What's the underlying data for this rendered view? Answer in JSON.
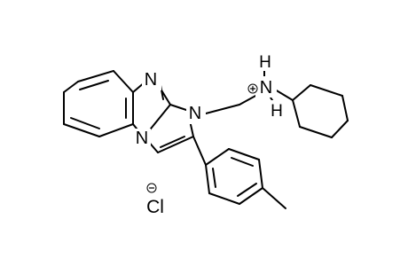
{
  "structure": {
    "atom_labels": {
      "imine_nitrogen": "N",
      "substituted_nitrogen": "N",
      "bridgehead_nitrogen": "N",
      "ammonium_nitrogen": "N",
      "ammonium_hydrogen_top": "H",
      "ammonium_hydrogen_bottom": "H",
      "chloride": "Cl"
    },
    "charges": {
      "ammonium": "positive",
      "chloride": "negative"
    }
  }
}
